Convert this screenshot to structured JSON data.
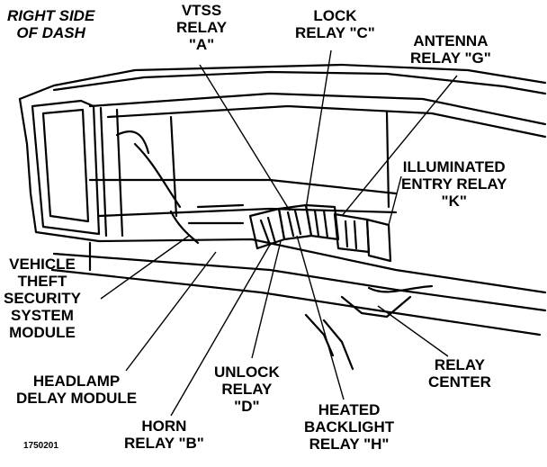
{
  "labels": {
    "header": [
      "RIGHT SIDE",
      "OF DASH"
    ],
    "vtss": [
      "VTSS",
      "RELAY",
      "\"A\""
    ],
    "lock": [
      "LOCK",
      "RELAY \"C\""
    ],
    "antenna": [
      "ANTENNA",
      "RELAY \"G\""
    ],
    "illum": [
      "ILLUMINATED",
      "ENTRY RELAY",
      "\"K\""
    ],
    "vtssm": [
      "VEHICLE",
      "THEFT",
      "SECURITY",
      "SYSTEM",
      "MODULE"
    ],
    "headlamp": [
      "HEADLAMP",
      "DELAY MODULE"
    ],
    "unlock": [
      "UNLOCK",
      "RELAY",
      "\"D\""
    ],
    "horn": [
      "HORN",
      "RELAY \"B\""
    ],
    "heated": [
      "HEATED",
      "BACKLIGHT",
      "RELAY \"H\""
    ],
    "relaycenter": [
      "RELAY",
      "CENTER"
    ],
    "figure_id": "1750201"
  }
}
